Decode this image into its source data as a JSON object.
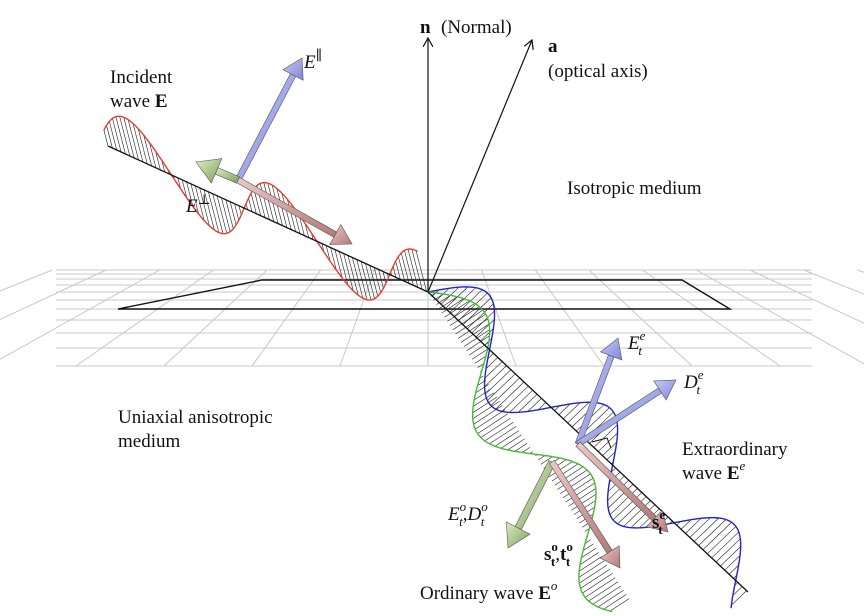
{
  "labels": {
    "normal_symbol": "n",
    "normal_text": "(Normal)",
    "axis_symbol": "a",
    "axis_text": "(optical axis)",
    "incident_line1": "Incident",
    "incident_line2": "wave",
    "incident_symbol": "E",
    "e_parallel": "E",
    "e_parallel_sup": "∥",
    "e_perp": "E",
    "e_perp_sup": "⊥",
    "isotropic": "Isotropic medium",
    "uniaxial_line1": "Uniaxial anisotropic",
    "uniaxial_line2": "medium",
    "ete": "E",
    "ete_sub": "t",
    "ete_sup": "e",
    "dte": "D",
    "dte_sub": "t",
    "dte_sup": "e",
    "extra_line1": "Extraordinary",
    "extra_line2": "wave",
    "extra_symbol": "E",
    "extra_sup": "e",
    "eto_dto": "E",
    "eto_sub": "t",
    "eto_sup": "o",
    "eto_sep": ",",
    "dto": "D",
    "dto_sub": "t",
    "dto_sup": "o",
    "ste": "s",
    "ste_sub": "t",
    "ste_sup": "e",
    "sto": "s",
    "sto_sub": "t",
    "sto_sup": "o",
    "sto_sep": ",",
    "tto": "t",
    "tto_sub": "t",
    "tto_sup": "o",
    "ordinary_text": "Ordinary wave",
    "ordinary_symbol": "E",
    "ordinary_sup": "o"
  },
  "colors": {
    "incident_wave": "#e0402f",
    "extraordinary_wave": "#2323c8",
    "ordinary_wave": "#44bb33",
    "grid": "#c8c8c8",
    "arrow_blue": "#a8acec",
    "arrow_pink": "#d9a6a6",
    "arrow_green": "#6c8a5a"
  }
}
